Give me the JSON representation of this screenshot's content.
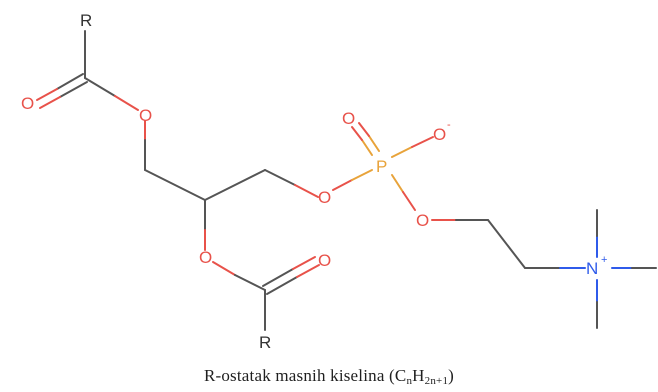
{
  "atoms": {
    "r_top": "R",
    "o_carbonyl_top": "O",
    "o_ester_top": "O",
    "o_ester_mid": "O",
    "o_carbonyl_mid": "O",
    "r_bottom": "R",
    "o_phos_link_left": "O",
    "p": "P",
    "o_phos_double": "O",
    "o_phos_neg": "O",
    "neg_charge": "-",
    "o_phos_link_right": "O",
    "n": "N",
    "pos_charge": "+"
  },
  "caption": {
    "prefix": "R-ostatak masnih kiselina (C",
    "sub_n": "n",
    "h": "H",
    "sub_2n1": "2n+1",
    "suffix": ")"
  },
  "colors": {
    "bond": "#555555",
    "oxygen": "#e8524a",
    "phosphorus": "#e8a33a",
    "nitrogen": "#2f5bea",
    "carbon_label": "#333333"
  }
}
